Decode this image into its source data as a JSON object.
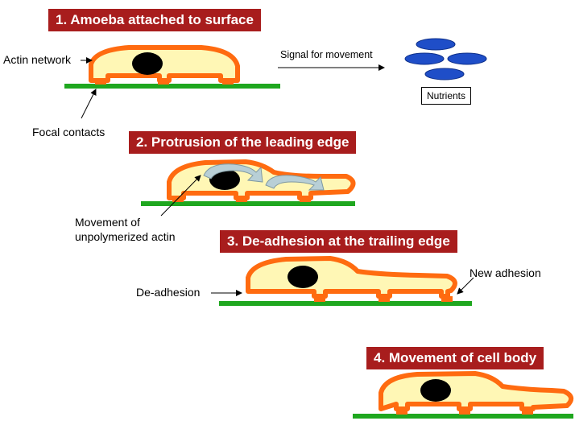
{
  "colors": {
    "banner": "#a81d1d",
    "cell_membrane": "#ff6b10",
    "cytoplasm": "#fff7b5",
    "nucleus": "#000000",
    "surface": "#1fa71f",
    "nutrient": "#1f4ec8",
    "actin_flow_arrow": "#b8cfd6"
  },
  "steps": [
    {
      "label": "1. Amoeba attached to surface"
    },
    {
      "label": "2. Protrusion of the leading edge"
    },
    {
      "label": "3. De-adhesion at the trailing edge"
    },
    {
      "label": "4. Movement of cell body"
    }
  ],
  "labels": {
    "actin_network": "Actin network",
    "signal_for_movement": "Signal for movement",
    "nutrients": "Nutrients",
    "focal_contacts": "Focal contacts",
    "movement_of_actin_line1": "Movement of",
    "movement_of_actin_line2": "unpolymerized actin",
    "de_adhesion": "De-adhesion",
    "new_adhesion": "New adhesion"
  }
}
